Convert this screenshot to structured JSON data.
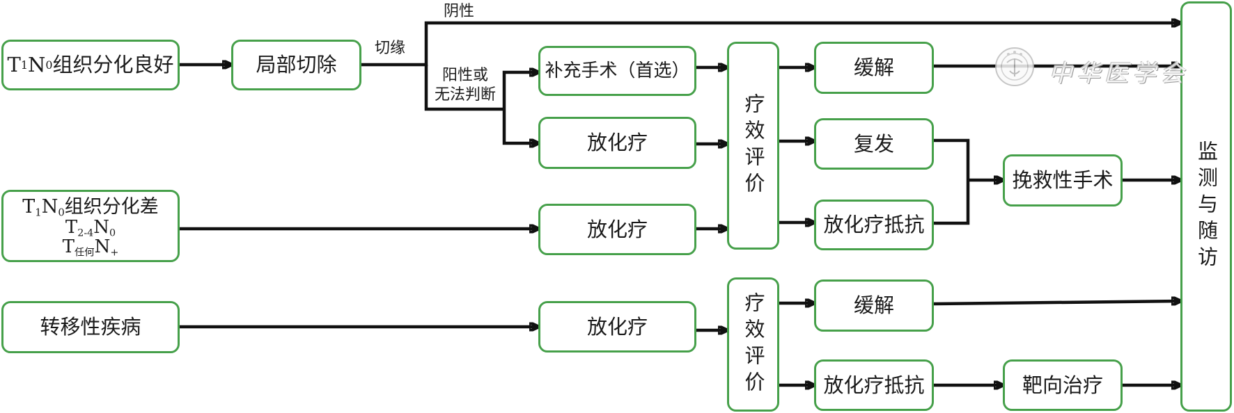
{
  "diagram": {
    "nodes": {
      "low_risk": {
        "t": "T",
        "t_sub": "1",
        "n": "N",
        "n_sub": "0",
        "desc": "组织分化良好"
      },
      "local_excision": {
        "label": "局部切除"
      },
      "supplementary_surgery": {
        "label": "补充手术（首选）"
      },
      "chemoradiotherapy_1": {
        "label": "放化疗"
      },
      "high_risk": {
        "line1": {
          "t": "T",
          "t_sub": "1",
          "n": "N",
          "n_sub": "0",
          "desc": "组织分化差"
        },
        "line2": {
          "t": "T",
          "t_sub": "2-4",
          "n": "N",
          "n_sub": "0"
        },
        "line3": {
          "t": "T",
          "t_sub": "任何",
          "n": "N",
          "n_sub": "+"
        }
      },
      "chemoradiotherapy_2": {
        "label": "放化疗"
      },
      "metastatic": {
        "label": "转移性疾病"
      },
      "chemoradiotherapy_3": {
        "label": "放化疗"
      },
      "efficacy_eval_1": {
        "label": "疗效评价"
      },
      "efficacy_eval_2": {
        "label": "疗效评价"
      },
      "remission_1": {
        "label": "缓解"
      },
      "recurrence": {
        "label": "复发"
      },
      "resistance_1": {
        "label": "放化疗抵抗"
      },
      "salvage_surgery": {
        "label": "挽救性手术"
      },
      "remission_2": {
        "label": "缓解"
      },
      "resistance_2": {
        "label": "放化疗抵抗"
      },
      "targeted_therapy": {
        "label": "靶向治疗"
      },
      "monitoring": {
        "label": "监测与随访"
      }
    },
    "edge_labels": {
      "margin": "切缘",
      "negative": "阴性",
      "positive": [
        "阳性或",
        "无法判断"
      ]
    },
    "edges": [
      {
        "from": "low_risk",
        "to": "local_excision"
      },
      {
        "from": "local_excision",
        "to": "monitoring",
        "label": "阴性"
      },
      {
        "from": "local_excision",
        "to": "supplementary_surgery",
        "label": "阳性或无法判断"
      },
      {
        "from": "local_excision",
        "to": "chemoradiotherapy_1",
        "label": "阳性或无法判断"
      },
      {
        "from": "supplementary_surgery",
        "to": "efficacy_eval_1"
      },
      {
        "from": "chemoradiotherapy_1",
        "to": "efficacy_eval_1"
      },
      {
        "from": "high_risk",
        "to": "chemoradiotherapy_2"
      },
      {
        "from": "chemoradiotherapy_2",
        "to": "efficacy_eval_1"
      },
      {
        "from": "efficacy_eval_1",
        "to": "remission_1"
      },
      {
        "from": "efficacy_eval_1",
        "to": "recurrence"
      },
      {
        "from": "efficacy_eval_1",
        "to": "resistance_1"
      },
      {
        "from": "remission_1",
        "to": "monitoring"
      },
      {
        "from": "recurrence",
        "to": "salvage_surgery"
      },
      {
        "from": "resistance_1",
        "to": "salvage_surgery"
      },
      {
        "from": "salvage_surgery",
        "to": "monitoring"
      },
      {
        "from": "metastatic",
        "to": "chemoradiotherapy_3"
      },
      {
        "from": "chemoradiotherapy_3",
        "to": "efficacy_eval_2"
      },
      {
        "from": "efficacy_eval_2",
        "to": "remission_2"
      },
      {
        "from": "efficacy_eval_2",
        "to": "resistance_2"
      },
      {
        "from": "remission_2",
        "to": "monitoring"
      },
      {
        "from": "resistance_2",
        "to": "targeted_therapy"
      },
      {
        "from": "targeted_therapy",
        "to": "monitoring"
      }
    ],
    "colors": {
      "node_border": "#46a04a",
      "connector": "#111111",
      "text": "#1a1a1a",
      "background": "#ffffff",
      "watermark": "#b9b9b9"
    }
  },
  "watermark": {
    "text": "中华医学会",
    "icon": "society-emblem-icon"
  }
}
